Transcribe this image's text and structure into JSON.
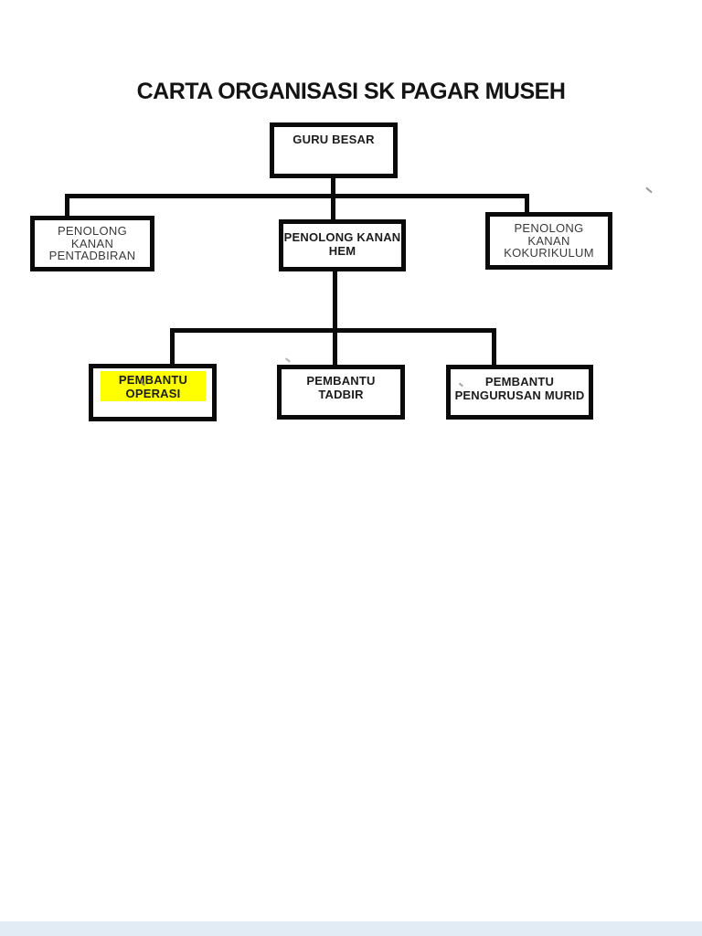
{
  "page": {
    "background": "#ffffff",
    "footer_strip_color": "#e2ecf4"
  },
  "title": "CARTA ORGANISASI SK PAGAR MUSEH",
  "org_chart": {
    "line_color": "#0a0a0a",
    "highlight_color": "#ffff00",
    "nodes": {
      "guru_besar": {
        "lines": [
          "GURU BESAR"
        ]
      },
      "pk_pentadbiran": {
        "lines": [
          "PENOLONG",
          "KANAN",
          "PENTADBIRAN"
        ]
      },
      "pk_hem": {
        "lines": [
          "PENOLONG KANAN",
          "HEM"
        ]
      },
      "pk_kokurikulum": {
        "lines": [
          "PENOLONG",
          "KANAN",
          "KOKURIKULUM"
        ]
      },
      "pembantu_operasi": {
        "lines": [
          "PEMBANTU",
          "OPERASI"
        ],
        "highlighted": true
      },
      "pembantu_tadbir": {
        "lines": [
          "PEMBANTU",
          "TADBIR"
        ]
      },
      "pembantu_pengurusan_murid": {
        "lines": [
          "PEMBANTU",
          "PENGURUSAN MURID"
        ]
      }
    },
    "edges": [
      {
        "from": "guru_besar",
        "to": "pk_pentadbiran"
      },
      {
        "from": "guru_besar",
        "to": "pk_hem"
      },
      {
        "from": "guru_besar",
        "to": "pk_kokurikulum"
      },
      {
        "from": "pk_hem",
        "to": "pembantu_operasi"
      },
      {
        "from": "pk_hem",
        "to": "pembantu_tadbir"
      },
      {
        "from": "pk_hem",
        "to": "pembantu_pengurusan_murid"
      }
    ]
  }
}
